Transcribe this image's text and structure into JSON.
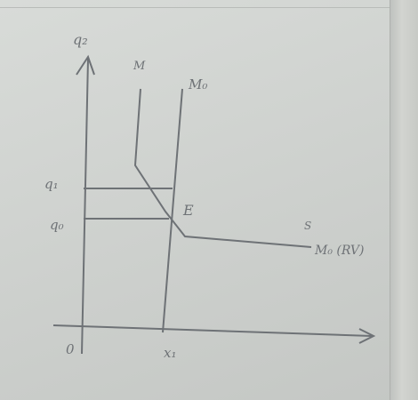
{
  "diagram": {
    "y_axis_label": "q₂",
    "x_axis_label": "",
    "origin_label": "0",
    "q1_label": "q₁",
    "q0_label": "q₀",
    "x1_label": "x₁",
    "m0_top_label": "M₀",
    "curve_top_label": "M",
    "equilibrium_label": "E",
    "m0_right_label": "M₀ (RV)",
    "curve_end_label": "S",
    "bottom_note_1": "",
    "bottom_note_2": "",
    "ink_color": "#6e7276"
  },
  "page_edge": {
    "text": "",
    "color": "#8a8f92"
  }
}
